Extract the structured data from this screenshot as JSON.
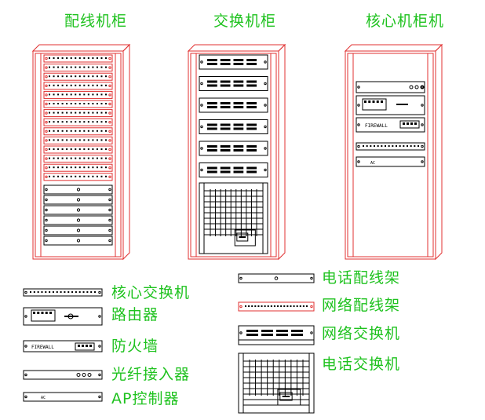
{
  "titles": {
    "distribution_cabinet": "配线机柜",
    "switch_cabinet": "交换机柜",
    "core_cabinet": "核心机柜机"
  },
  "legend": {
    "core_switch": "核心交换机",
    "router": "路由器",
    "firewall": "防火墙",
    "fiber_access": "光纤接入器",
    "ap_controller": "AP控制器",
    "phone_patch_panel": "电话配线架",
    "network_patch_panel": "网络配线架",
    "network_switch": "网络交换机",
    "phone_switch": "电话交换机"
  },
  "device_text": {
    "firewall_badge": "FIREWALL",
    "ap_badge": "AC"
  },
  "colors": {
    "label_green": "#1fc21f",
    "cabinet_red": "#e03030",
    "line_black": "#000000"
  }
}
